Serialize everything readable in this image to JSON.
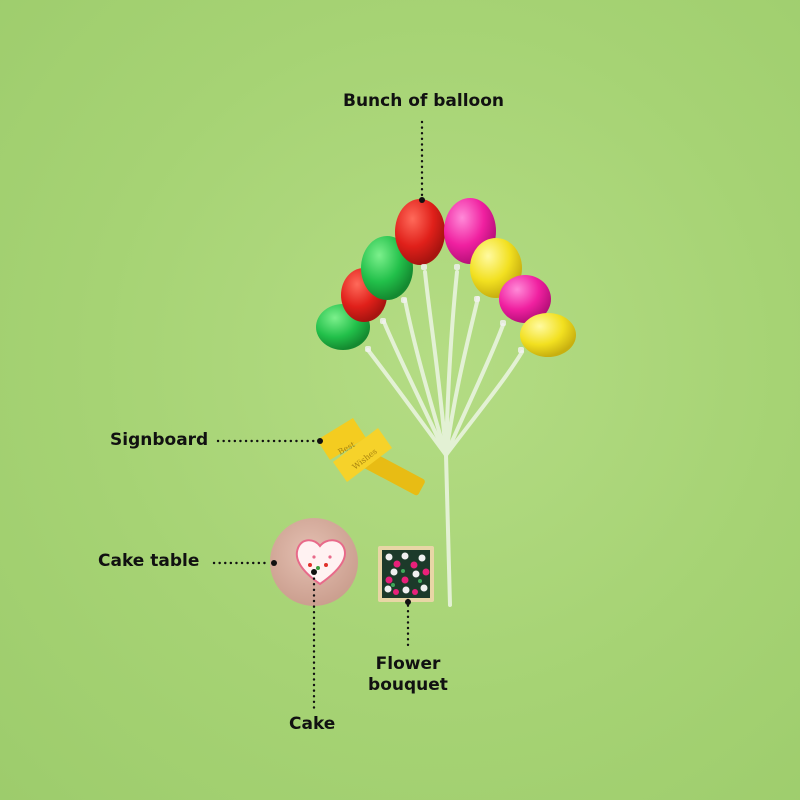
{
  "colors": {
    "background": "#a8d476",
    "balloon_red": "#e0201a",
    "balloon_pink": "#f020a0",
    "balloon_green": "#22c04a",
    "balloon_yellow": "#f2e020",
    "signboard": "#f4cc20",
    "cake_table": "#d8b0a0"
  },
  "labels": {
    "balloons": "Bunch of balloon",
    "signboard": "Signboard",
    "cake_table": "Cake table",
    "cake": "Cake",
    "flower_line1": "Flower",
    "flower_line2": "bouquet"
  },
  "signboard_text": {
    "word1": "Best",
    "word2": "Wishes"
  }
}
